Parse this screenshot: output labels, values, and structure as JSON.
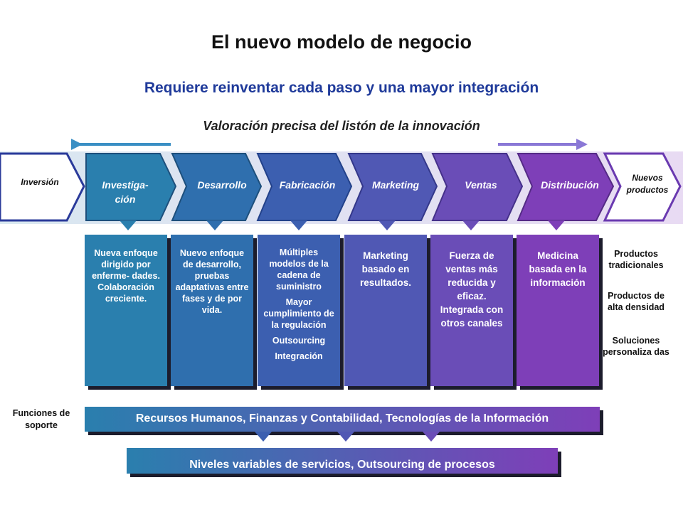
{
  "title": "El nuevo modelo de negocio",
  "subtitle": "Requiere reinventar cada paso y una mayor integración",
  "valuation": "Valoración precisa del listón de la innovación",
  "input_label": "Inversión",
  "output_label": "Nuevos productos",
  "chevrons": [
    {
      "label": "Investiga- ción",
      "color": "#2a7fae"
    },
    {
      "label": "Desarrollo",
      "color": "#2f6fae"
    },
    {
      "label": "Fabricación",
      "color": "#3c5fb0"
    },
    {
      "label": "Marketing",
      "color": "#5058b4"
    },
    {
      "label": "Ventas",
      "color": "#6a4db7"
    },
    {
      "label": "Distribución",
      "color": "#7e3fb8"
    }
  ],
  "boxes": [
    {
      "text": "Nueva enfoque dirigido por enferme- dades. Colaboración creciente."
    },
    {
      "text": "Nuevo enfoque de desarrollo, pruebas adaptativas entre fases y de por vida."
    },
    {
      "items": [
        "Múltiples modelos de la cadena de suministro",
        "Mayor cumplimiento de la regulación",
        "Outsourcing",
        "Integración"
      ]
    },
    {
      "text": "Marketing basado en resultados."
    },
    {
      "text": "Fuerza de ventas más reducida y eficaz. Integrada con otros canales"
    },
    {
      "text": "Medicina basada en la información"
    }
  ],
  "right_items": [
    "Productos tradicionales",
    "Productos de alta densidad",
    "Soluciones personaliza das"
  ],
  "support_label": "Funciones de soporte",
  "support_bar": "Recursos Humanos, Finanzas y Contabilidad, Tecnologías de la Información",
  "services_bar": "Niveles variables de servicios, Outsourcing de procesos",
  "colors": {
    "left_arrow": "#3a8fc4",
    "right_arrow": "#8a78d6",
    "outline": "#2a3a9a",
    "bar_start": "#2a7fae",
    "bar_end": "#7e3fb8"
  }
}
